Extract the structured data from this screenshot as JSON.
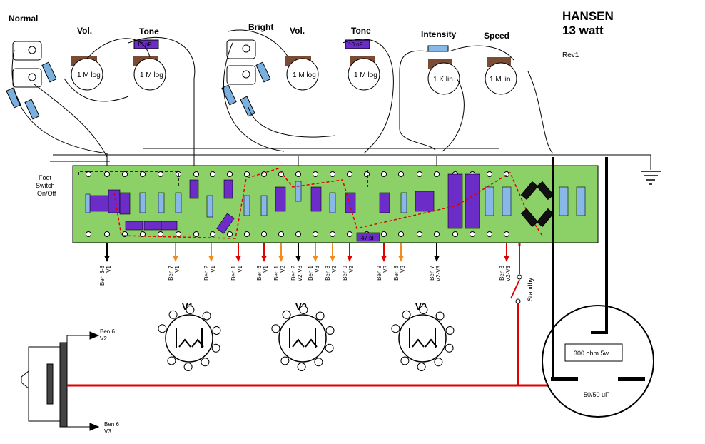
{
  "title": {
    "line1": "HANSEN",
    "line2": "13 watt",
    "rev": "Rev1"
  },
  "controls": {
    "normal": "Normal",
    "bright": "Bright",
    "vol1": "Vol.",
    "tone1": "Tone",
    "vol2": "Vol.",
    "tone2": "Tone",
    "intensity": "Intensity",
    "speed": "Speed"
  },
  "pots": [
    "1 M log",
    "1 M log",
    "1 M log",
    "1 M log",
    "1 K lin.",
    "1 M lin."
  ],
  "cap_labels": {
    "tone_cap": "10 nF",
    "cap_47pf": "47 pF"
  },
  "footswitch": [
    "Foot",
    "Switch",
    "On/Off"
  ],
  "tubes": [
    "V1",
    "V2",
    "V3"
  ],
  "pin_labels": [
    [
      "Ben 3-8",
      "V1"
    ],
    [
      "Ben 7",
      "V1"
    ],
    [
      "Ben 2",
      "V1"
    ],
    [
      "Ben 1",
      "V1"
    ],
    [
      "Ben 6",
      "V1"
    ],
    [
      "Ben 1",
      "V2"
    ],
    [
      "Ben 2",
      "V2-V3"
    ],
    [
      "Ben 1",
      "V3"
    ],
    [
      "Ben 8",
      "V2"
    ],
    [
      "Ben 9",
      "V2"
    ],
    [
      "Ben 9",
      "V3"
    ],
    [
      "Ben 8",
      "V3"
    ],
    [
      "Ben 7",
      "V2-V3"
    ],
    [
      "Ben 3",
      "V2-V3"
    ]
  ],
  "standby": "Standby",
  "transformer": {
    "top": [
      "Ben 6",
      "V2"
    ],
    "bottom": [
      "Ben 6",
      "V3"
    ]
  },
  "power": {
    "resistor": "300 ohm 5w",
    "cap": "50/50 uF"
  }
}
